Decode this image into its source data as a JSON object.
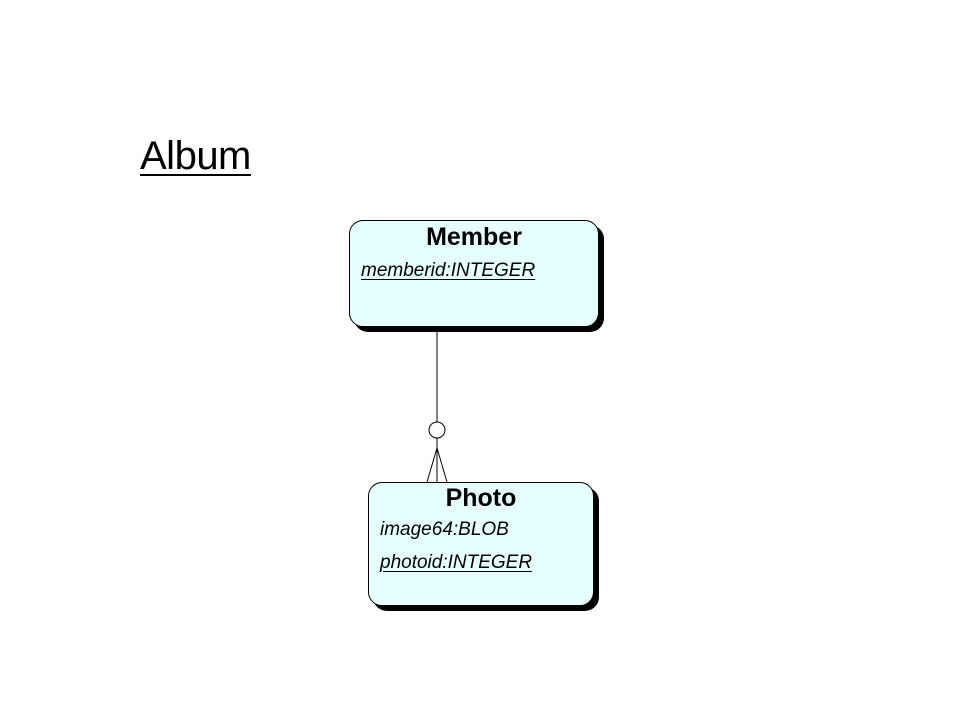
{
  "diagram": {
    "title": "Album",
    "entities": {
      "member": {
        "name": "Member",
        "attributes": [
          {
            "text": "memberid:INTEGER",
            "primary_key": true
          }
        ]
      },
      "photo": {
        "name": "Photo",
        "attributes": [
          {
            "text": "image64:BLOB",
            "primary_key": false
          },
          {
            "text": "photoid:INTEGER",
            "primary_key": true
          }
        ]
      }
    },
    "relationships": [
      {
        "from": "Member",
        "to": "Photo",
        "from_cardinality": "one",
        "to_cardinality": "zero-or-many"
      }
    ],
    "colors": {
      "entity_fill": "#e6ffff",
      "stroke": "#000000"
    }
  }
}
